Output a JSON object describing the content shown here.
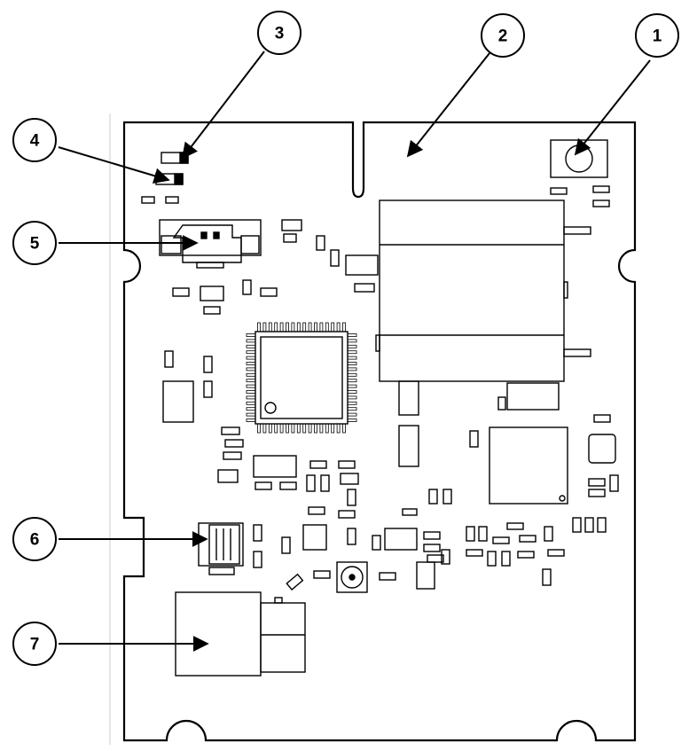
{
  "figure": {
    "type": "pcb-component-layout",
    "colors": {
      "line": "#000000",
      "board_fill": "#ffffff",
      "background": "#ffffff",
      "guide": "#cccccc"
    }
  },
  "callouts": [
    {
      "id": "c1",
      "number": "1",
      "target": "mounting-pad-component"
    },
    {
      "id": "c2",
      "number": "2",
      "target": "antenna-slot-area"
    },
    {
      "id": "c3",
      "number": "3",
      "target": "led-upper"
    },
    {
      "id": "c4",
      "number": "4",
      "target": "led-lower"
    },
    {
      "id": "c5",
      "number": "5",
      "target": "two-pin-connector"
    },
    {
      "id": "c6",
      "number": "6",
      "target": "side-connector"
    },
    {
      "id": "c7",
      "number": "7",
      "target": "large-connector"
    }
  ]
}
